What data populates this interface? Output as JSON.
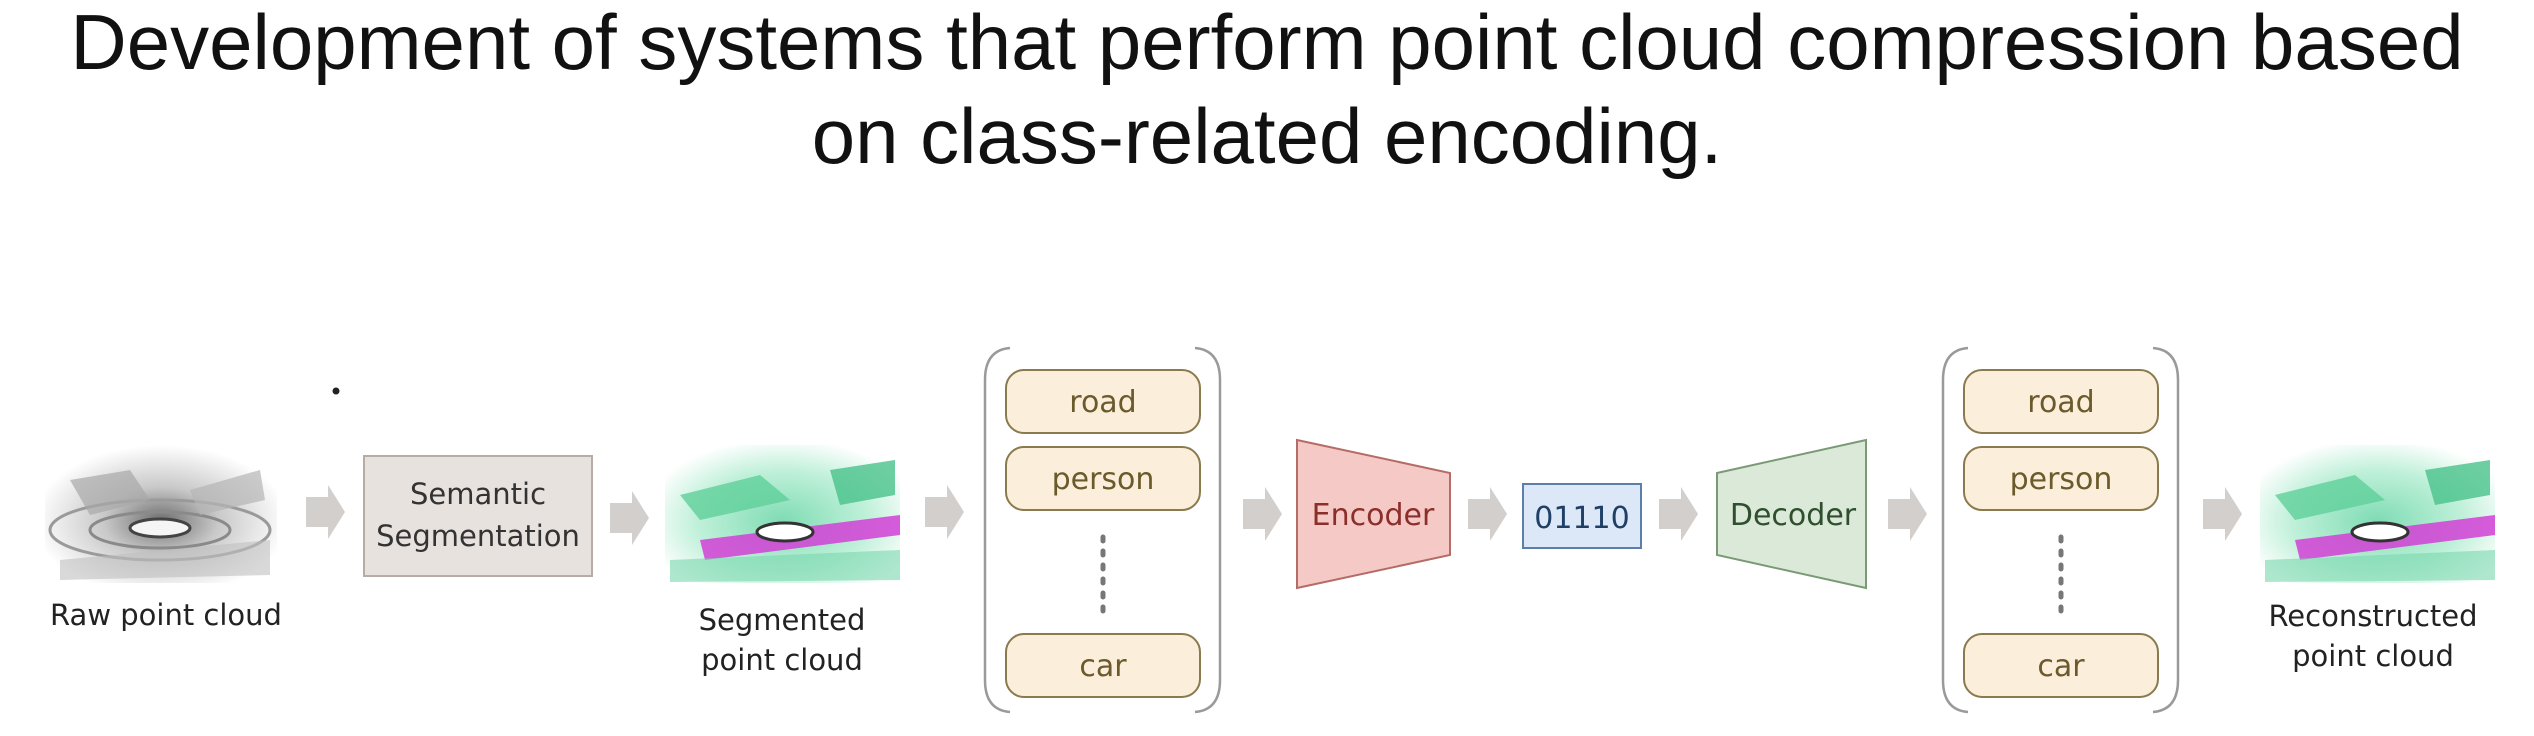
{
  "title": {
    "line1": "Development of systems that perform point cloud compression based",
    "line2": "on class-related encoding."
  },
  "diagram": {
    "raw_label": "Raw point cloud",
    "semantic_line1": "Semantic",
    "semantic_line2": "Segmentation",
    "segmented_line1": "Segmented",
    "segmented_line2": "point cloud",
    "classes_in": [
      "road",
      "person",
      "car"
    ],
    "encoder": "Encoder",
    "bits": "01110",
    "decoder": "Decoder",
    "classes_out": [
      "road",
      "person",
      "car"
    ],
    "reconstructed_line1": "Reconstructed",
    "reconstructed_line2": "point cloud"
  },
  "colors": {
    "arrow": "#d3cfcc",
    "semantic_fill": "#e8e2df",
    "class_fill": "#fbefdc",
    "class_stroke": "#8a7a4e",
    "encoder_fill": "#f5c9c6",
    "encoder_text": "#8b2f2a",
    "bits_fill": "#dce8f7",
    "bits_text": "#1f3f66",
    "decoder_fill": "#dbe9d9",
    "decoder_text": "#2f4f2f"
  }
}
